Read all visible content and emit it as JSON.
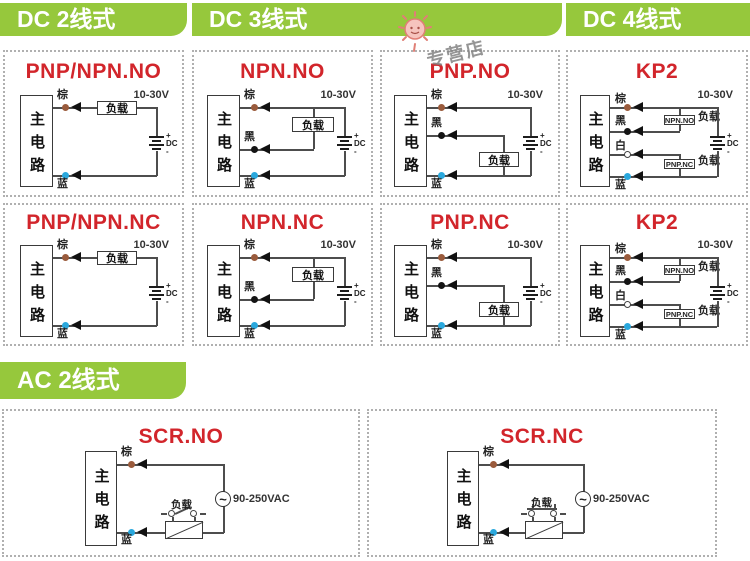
{
  "header": {
    "badge_dc2": "DC 2线式",
    "badge_dc3": "DC 3线式",
    "badge_dc4": "DC 4线式",
    "badge_ac2": "AC 2线式"
  },
  "watermark": {
    "shop_text": "专营店"
  },
  "shared": {
    "main_circuit": "主电路",
    "load": "负载",
    "wire_brown": "棕",
    "wire_black": "黑",
    "wire_white": "白",
    "wire_blue": "蓝",
    "dc_range": "10-30V",
    "ac_range": "90-250VAC",
    "battery_plus": "+",
    "battery_dc": "DC",
    "battery_minus": "-",
    "ac_wave": "~"
  },
  "panels": {
    "pnp_npn_no": {
      "title": "PNP/NPN.NO"
    },
    "npn_no": {
      "title": "NPN.NO"
    },
    "pnp_no": {
      "title": "PNP.NO"
    },
    "kp2_a": {
      "title": "KP2",
      "tag_top": "NPN.NO",
      "tag_bottom": "PNP.NC"
    },
    "pnp_npn_nc": {
      "title": "PNP/NPN.NC"
    },
    "npn_nc": {
      "title": "NPN.NC"
    },
    "pnp_nc": {
      "title": "PNP.NC"
    },
    "kp2_b": {
      "title": "KP2",
      "tag_top": "NPN.NO",
      "tag_bottom": "PNP.NC"
    },
    "scr_no": {
      "title": "SCR.NO"
    },
    "scr_nc": {
      "title": "SCR.NC"
    }
  },
  "colors": {
    "accent_green": "#96C83C",
    "title_red": "#D2252B",
    "brown_dot": "#9A5B3C",
    "blue_dot": "#2AA8DD",
    "black_dot": "#141414",
    "wire": "#4D4D4D"
  }
}
